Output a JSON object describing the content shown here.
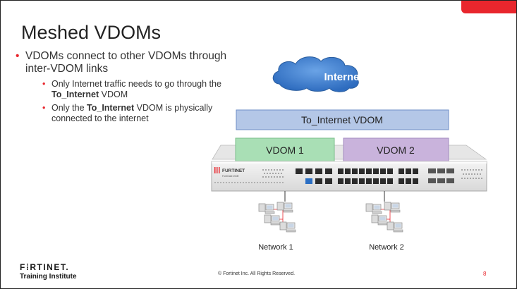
{
  "slide": {
    "title": "Meshed VDOMs",
    "bullet_main": "VDOMs connect to other VDOMs through inter-VDOM links",
    "sub1": {
      "pre": "Only Internet traffic needs to go through the ",
      "bold": "To_Internet",
      "post": " VDOM"
    },
    "sub2": {
      "pre": "Only the ",
      "bold": "To_Internet",
      "post": " VDOM is physically connected to the internet"
    }
  },
  "diagram": {
    "internet": "Internet",
    "to_internet": "To_Internet VDOM",
    "vdom1": "VDOM 1",
    "vdom2": "VDOM 2",
    "device_logo": "FURTINET",
    "device_model": "FortiGate 200E",
    "network1": "Network 1",
    "network2": "Network 2"
  },
  "footer": {
    "copyright": "© Fortinet Inc. All Rights Reserved.",
    "page": "8",
    "brand": "F⁞RTINET.",
    "brand_sub": "Training Institute"
  },
  "colors": {
    "accent": "#e8262d",
    "cloud": "#4a86cf",
    "to_internet_fill": "#b4c7e7",
    "vdom1_fill": "#a9dfb5",
    "vdom2_fill": "#c9b3dc"
  }
}
